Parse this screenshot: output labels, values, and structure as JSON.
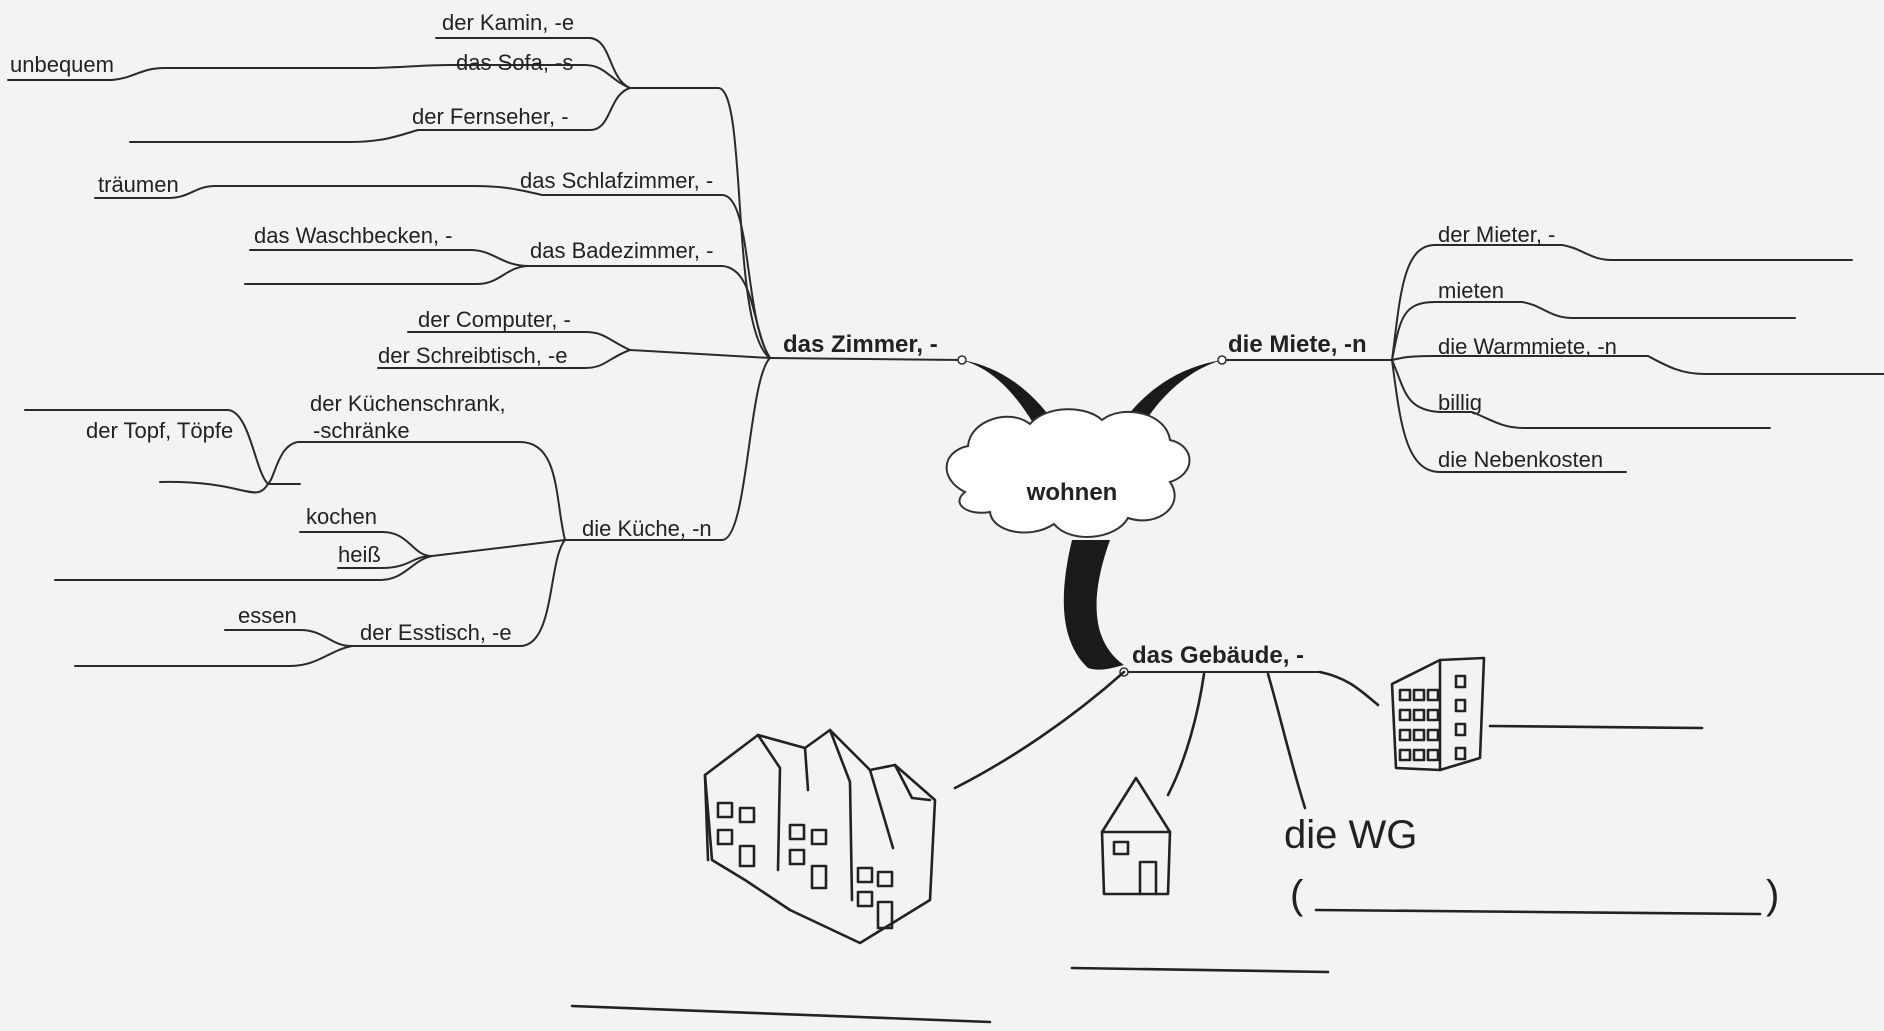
{
  "center": "wohnen",
  "branches": {
    "zimmer": "das Zimmer, -",
    "miete": "die Miete, -n",
    "gebaeude": "das Gebäude, -"
  },
  "zimmer_words": {
    "kamin": "der Kamin, -e",
    "sofa": "das Sofa, -s",
    "unbequem": "unbequem",
    "fernseher": "der Fernseher, -",
    "schlafzimmer": "das Schlafzimmer, -",
    "traeumen": "träumen",
    "badezimmer": "das Badezimmer, -",
    "waschbecken": "das Waschbecken, -",
    "computer": "der Computer, -",
    "schreibtisch": "der Schreibtisch, -e",
    "kuechenschrank_1": "der Küchenschrank,",
    "kuechenschrank_2": "-schränke",
    "topf": "der Topf, Töpfe",
    "kueche": "die Küche, -n",
    "kochen": "kochen",
    "heiss": "heiß",
    "essen": "essen",
    "esstisch": "der Esstisch, -e"
  },
  "miete_words": {
    "mieter": "der Mieter, -",
    "mieten": "mieten",
    "warmmiete": "die Warmmiete, -n",
    "billig": "billig",
    "nebenkosten": "die Nebenkosten"
  },
  "gebaeude_words": {
    "wg": "die WG",
    "paren_open": "(",
    "paren_close": ")"
  }
}
